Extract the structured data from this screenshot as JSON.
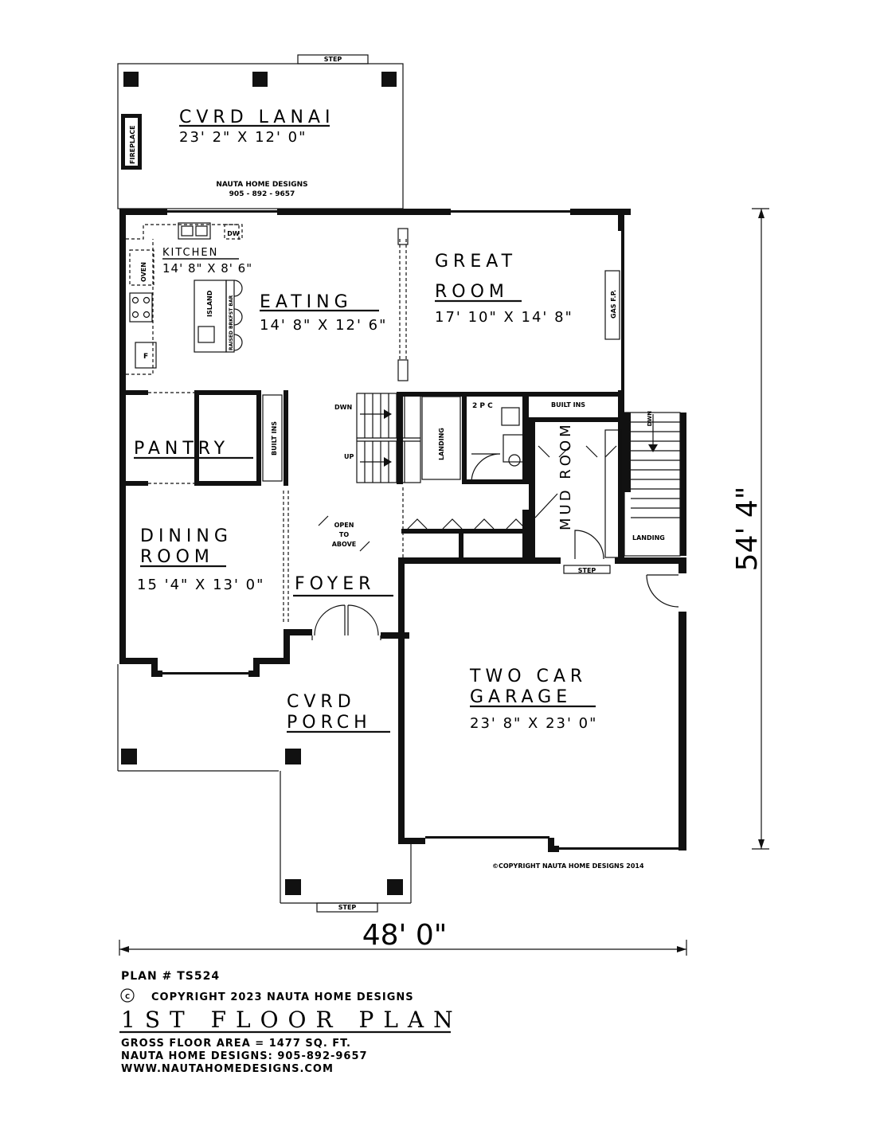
{
  "rooms": {
    "lanai": {
      "title": "CVRD LANAI",
      "size": "23' 2\" X 12' 0\""
    },
    "kitchen": {
      "title": "KITCHEN",
      "size": "14' 8\" X 8' 6\""
    },
    "eating": {
      "title": "EATING",
      "size": "14' 8\" X 12' 6\""
    },
    "great_room_1": "GREAT",
    "great_room_2": "ROOM",
    "great_room_size": "17' 10\" X 14' 8\"",
    "pantry": "PANTRY",
    "dining_1": "DINING",
    "dining_2": "ROOM",
    "dining_size": "15 '4\" X 13' 0\"",
    "foyer": "FOYER",
    "mud_room": "MUD ROOM",
    "porch_1": "CVRD",
    "porch_2": "PORCH",
    "garage_1": "TWO CAR",
    "garage_2": "GARAGE",
    "garage_size": "23' 8\" X 23' 0\""
  },
  "labels": {
    "step": "STEP",
    "fireplace": "FIREPLACE",
    "designer_name": "NAUTA HOME DESIGNS",
    "designer_phone": "905 - 892 - 9657",
    "dw": "DW",
    "oven": "OVEN",
    "fridge": "F",
    "island": "ISLAND",
    "breakfast_bar": "RAISED BRKFST BAR",
    "gas_fp": "GAS F.P.",
    "built_ins": "BUILT INS",
    "two_pc": "2 P C",
    "landing": "LANDING",
    "down": "DWN",
    "up": "UP",
    "down_short": "DWN",
    "open_to_above_1": "OPEN",
    "open_to_above_2": "TO",
    "open_to_above_3": "ABOVE",
    "copyright_plan": "©COPYRIGHT NAUTA HOME DESIGNS 2014"
  },
  "dimensions": {
    "width": "48' 0\"",
    "depth": "54' 4\""
  },
  "footer": {
    "plan_number": "PLAN # TS524",
    "copyright_symbol": "C",
    "copyright": "COPYRIGHT 2023 NAUTA HOME DESIGNS",
    "title": "1ST FLOOR PLAN",
    "area": "GROSS  FLOOR AREA  =   1477   SQ. FT.",
    "phone": "NAUTA HOME DESIGNS:  905-892-9657",
    "website": "WWW.NAUTAHOMEDESIGNS.COM"
  }
}
